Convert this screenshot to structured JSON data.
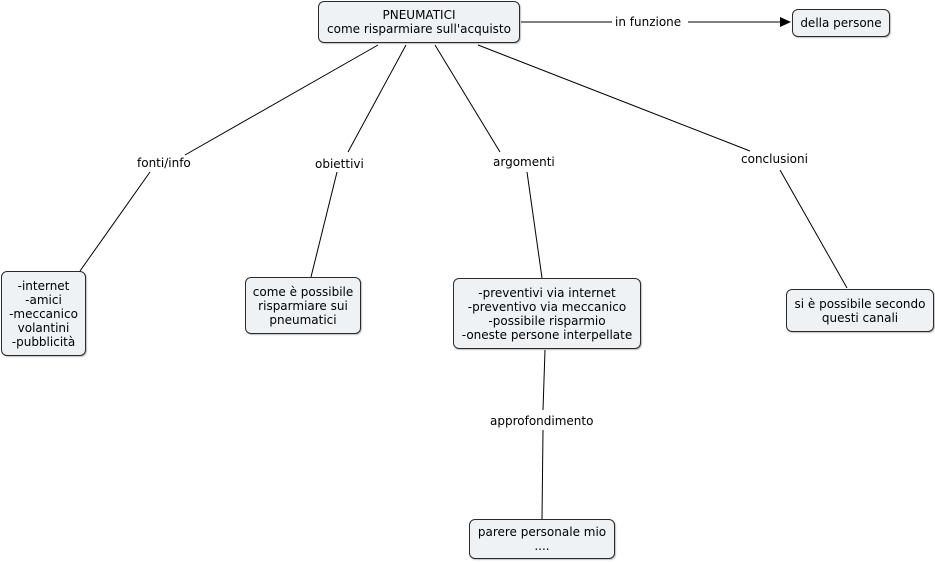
{
  "nodes": {
    "root": "PNEUMATICI\ncome risparmiare sull'acquisto",
    "persone": "della persone",
    "fonti": "-internet\n-amici\n-meccanico\nvolantini\n-pubblicità",
    "obiettivi": "come è possibile\nrisparmiare sui\npneumatici",
    "argomenti": "-preventivi via internet\n-preventivo via meccanico\n-possibile risparmio\n-oneste persone interpellate",
    "conclusioni": "si è possibile secondo\nquesti canali",
    "parere": "parere personale mio\n...."
  },
  "links": {
    "in_funzione": "in funzione",
    "fonti_info": "fonti/info",
    "obiettivi": "obiettivi",
    "argomenti": "argomenti",
    "conclusioni": "conclusioni",
    "approfondimento": "approfondimento"
  }
}
